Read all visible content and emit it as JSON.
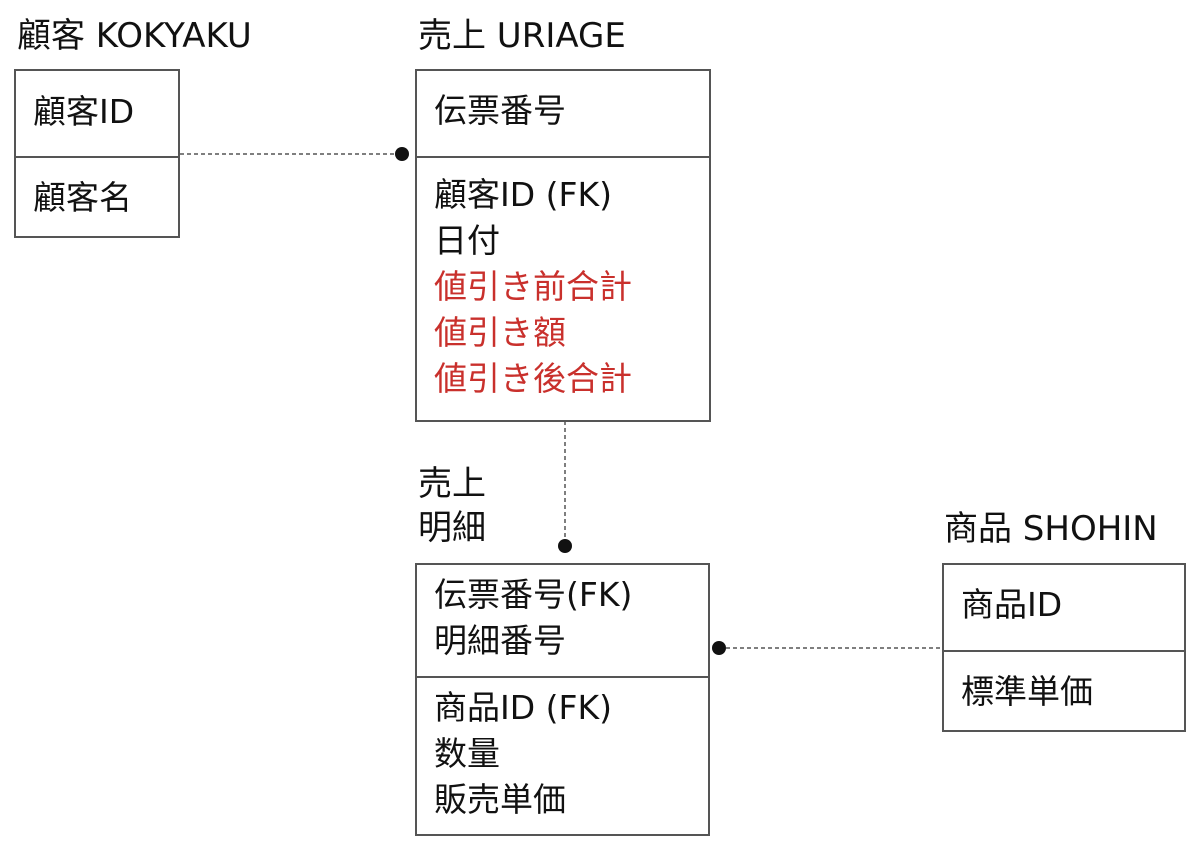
{
  "entities": {
    "kokyaku": {
      "title": "顧客 KOKYAKU",
      "keys": [
        "顧客ID"
      ],
      "attributes": [
        "顧客名"
      ]
    },
    "uriage": {
      "title": "売上 URIAGE",
      "keys": [
        "伝票番号"
      ],
      "attributes": [
        "顧客ID (FK)",
        "日付"
      ],
      "derived_attributes": [
        "値引き前合計",
        "値引き額",
        "値引き後合計"
      ]
    },
    "uriage_meisai": {
      "title_line1": "売上",
      "title_line2": "明細",
      "keys": [
        "伝票番号(FK)",
        "明細番号"
      ],
      "attributes": [
        "商品ID (FK)",
        "数量",
        "販売単価"
      ]
    },
    "shohin": {
      "title": "商品 SHOHIN",
      "keys": [
        "商品ID"
      ],
      "attributes": [
        "標準単価"
      ]
    }
  },
  "colors": {
    "line": "#555555",
    "derived_text": "#c9302c"
  }
}
